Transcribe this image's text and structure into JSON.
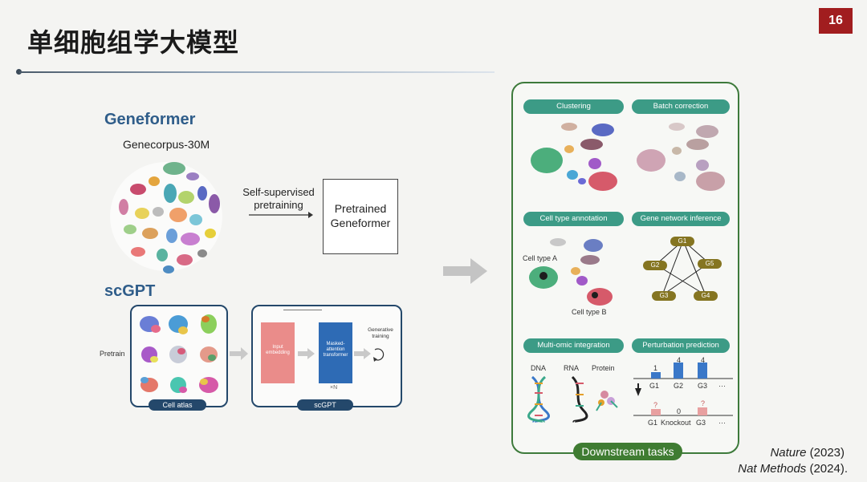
{
  "slide": {
    "title": "单细胞组学大模型",
    "page_number": "16"
  },
  "geneformer": {
    "name": "Geneformer",
    "corpus": "Genecorpus-30M",
    "arrow_label_line1": "Self-supervised",
    "arrow_label_line2": "pretraining",
    "pretrained_line1": "Pretrained",
    "pretrained_line2": "Geneformer"
  },
  "scgpt": {
    "name": "scGPT",
    "pretrain_label": "Pretrain",
    "cell_atlas_label": "Cell atlas",
    "input_embedding_line1": "Input",
    "input_embedding_line2": "embedding",
    "masked_line1": "Masked-",
    "masked_line2": "attention",
    "masked_line3": "transformer",
    "repeat_label": "×N",
    "generative_line1": "Generative",
    "generative_line2": "training",
    "scgpt_label": "scGPT"
  },
  "downstream": {
    "footer": "Downstream tasks",
    "tasks": {
      "clustering": "Clustering",
      "batch_correction": "Batch correction",
      "cell_type_annotation": "Cell type annotation",
      "gene_network_inference": "Gene network inference",
      "multi_omic_integration": "Multi-omic integration",
      "perturbation_prediction": "Perturbation prediction"
    },
    "annotation": {
      "cell_type_a": "Cell type A",
      "cell_type_b": "Cell type B"
    },
    "gene_nodes": [
      "G1",
      "G2",
      "G5",
      "G3",
      "G4"
    ],
    "omics": [
      "DNA",
      "RNA",
      "Protein"
    ],
    "perturbation": {
      "top_values": [
        "1",
        "4",
        "4"
      ],
      "top_labels": [
        "G1",
        "G2",
        "G3",
        "···"
      ],
      "bottom_values": [
        "?",
        "0",
        "?"
      ],
      "bottom_labels": [
        "G1",
        "Knockout",
        "G3",
        "···"
      ]
    }
  },
  "references": {
    "line1_journal": "Nature",
    "line1_year": " (2023)",
    "line2_journal": "Nat Methods",
    "line2_year": " (2024)."
  },
  "colors": {
    "title_accent": "#a11d1f",
    "model_blue": "#2f5d8a",
    "task_teal": "#3c9b86",
    "downstream_green": "#3f7c32",
    "network_node": "#7a6a1a"
  }
}
